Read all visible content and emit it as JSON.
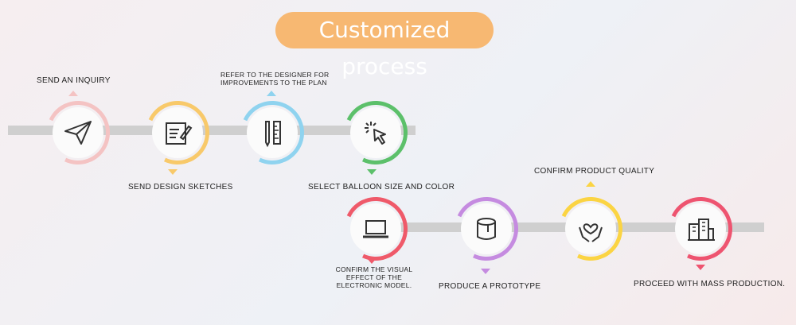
{
  "title": "Customized process",
  "colors": {
    "pink": "#f4c3c3",
    "orange": "#f8c96a",
    "blue": "#8fd3ef",
    "green": "#5cc06a",
    "red": "#ef5a6a",
    "purple": "#c58be0",
    "yellow": "#fbd443",
    "crimson": "#ee5470",
    "title_bg": "#f7b872"
  },
  "steps": [
    {
      "label": "SEND AN INQUIRY",
      "icon": "paper-plane-icon"
    },
    {
      "label": "SEND DESIGN SKETCHES",
      "icon": "document-edit-icon"
    },
    {
      "label": "REFER TO THE DESIGNER FOR IMPROVEMENTS TO THE PLAN",
      "line1": "REFER TO THE DESIGNER FOR",
      "line2": "IMPROVEMENTS TO THE PLAN",
      "icon": "design-tools-icon"
    },
    {
      "label": "SELECT BALLOON SIZE AND COLOR",
      "icon": "cursor-click-icon"
    },
    {
      "label": "CONFIRM THE VISUAL EFFECT OF THE ELECTRONIC MODEL.",
      "line1": "CONFIRM THE VISUAL",
      "line2": "EFFECT OF THE",
      "line3": "ELECTRONIC MODEL.",
      "icon": "laptop-icon"
    },
    {
      "label": "PRODUCE A PROTOTYPE",
      "icon": "paint-bucket-icon"
    },
    {
      "label": "CONFIRM PRODUCT QUALITY",
      "icon": "hands-heart-icon"
    },
    {
      "label": "PROCEED WITH MASS PRODUCTION.",
      "icon": "factory-icon"
    }
  ]
}
